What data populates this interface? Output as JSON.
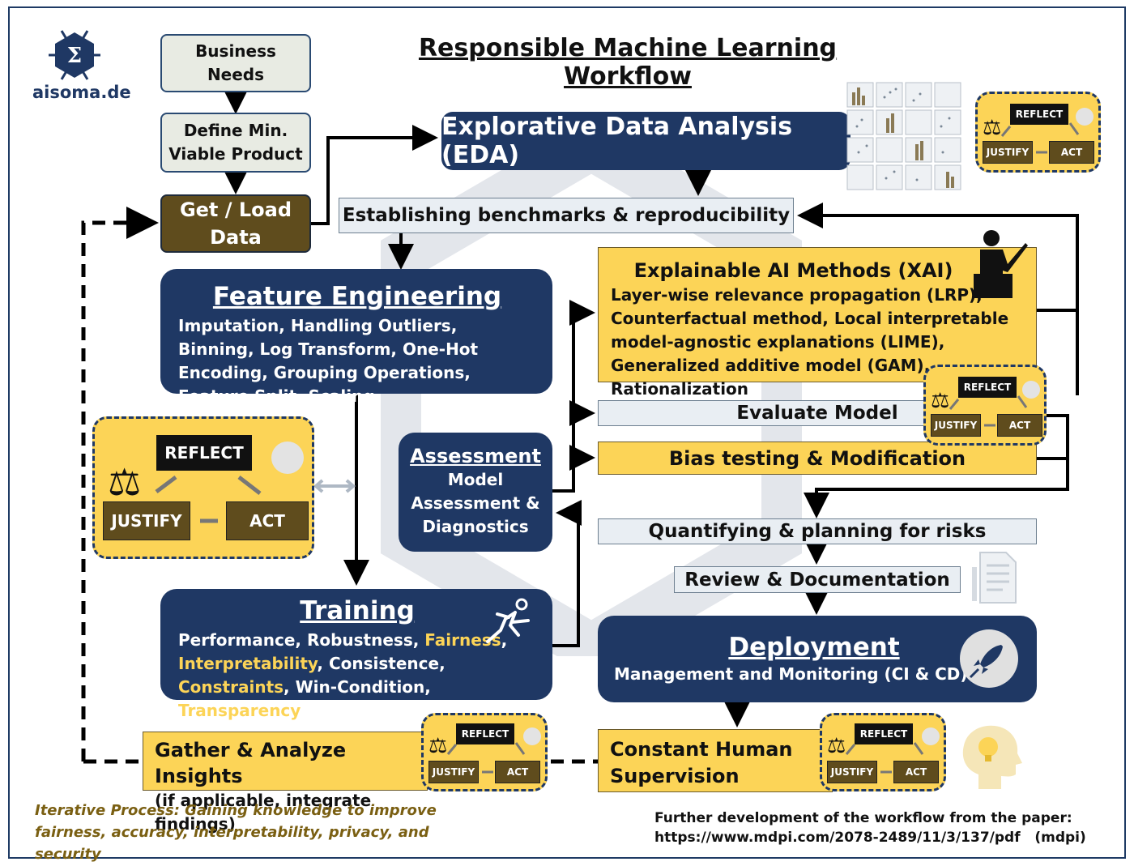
{
  "title": "Responsible Machine Learning Workflow",
  "brand": {
    "name": "aisoma.de",
    "color": "#1f3864"
  },
  "colors": {
    "navy": "#1f3864",
    "gold": "#fcd457",
    "brown": "#5f4c1d",
    "light": "#e9eef3"
  },
  "nodes": {
    "business_needs": "Business\nNeeds",
    "define_mvp": "Define Min.\nViable Product",
    "get_load": "Get / Load\nData",
    "eda": "Explorative Data Analysis (EDA)",
    "benchmarks": "Establishing benchmarks & reproducibility",
    "feature_title": "Feature Engineering",
    "feature_body": "Imputation, Handling Outliers, Binning, Log Transform, One-Hot Encoding, Grouping Operations, Feature Split, Scaling.",
    "xai_title": "Explainable AI Methods (XAI)",
    "xai_body": "Layer-wise relevance propagation (LRP), Counterfactual method, Local interpretable model-agnostic explanations (LIME), Generalized additive model (GAM), Rationalization",
    "evaluate": "Evaluate Model",
    "bias": "Bias testing & Modification",
    "assessment_title": "Assessment",
    "assessment_body": "Model\nAssessment &\nDiagnostics",
    "risks": "Quantifying & planning for risks",
    "review": "Review & Documentation",
    "training_title": "Training",
    "training_parts": [
      {
        "text": "Performance, Robustness, ",
        "hl": false
      },
      {
        "text": "Fairness",
        "hl": true
      },
      {
        "text": ", ",
        "hl": false
      },
      {
        "text": "Interpretability",
        "hl": true
      },
      {
        "text": ", Consistence, ",
        "hl": false
      },
      {
        "text": "Constraints",
        "hl": true
      },
      {
        "text": ", Win-Condition, ",
        "hl": false
      },
      {
        "text": "Transparency",
        "hl": true
      }
    ],
    "deploy_title": "Deployment",
    "deploy_body": "Management and Monitoring (CI & CD)",
    "gather_title": "Gather & Analyze Insights",
    "gather_body": "(if applicable, integrate findings)",
    "supervision": "Constant Human\nSupervision"
  },
  "cycle": {
    "reflect": "REFLECT",
    "justify": "JUSTIFY",
    "act": "ACT"
  },
  "footer": {
    "iterative": "Iterative Process: Gaining knowledge to improve fairness, accuracy, interpretability, privacy, and security",
    "source_line1": "Further development of the workflow from the paper:",
    "source_line2": "https://www.mdpi.com/2078-2489/11/3/137/pdf   (mdpi)"
  },
  "icons": [
    "hexagon-logo-icon",
    "scatter-matrix-icon",
    "scale-icon",
    "thinking-head-icon",
    "teacher-icon",
    "document-icon",
    "running-icon",
    "rocket-icon",
    "idea-head-icon"
  ]
}
